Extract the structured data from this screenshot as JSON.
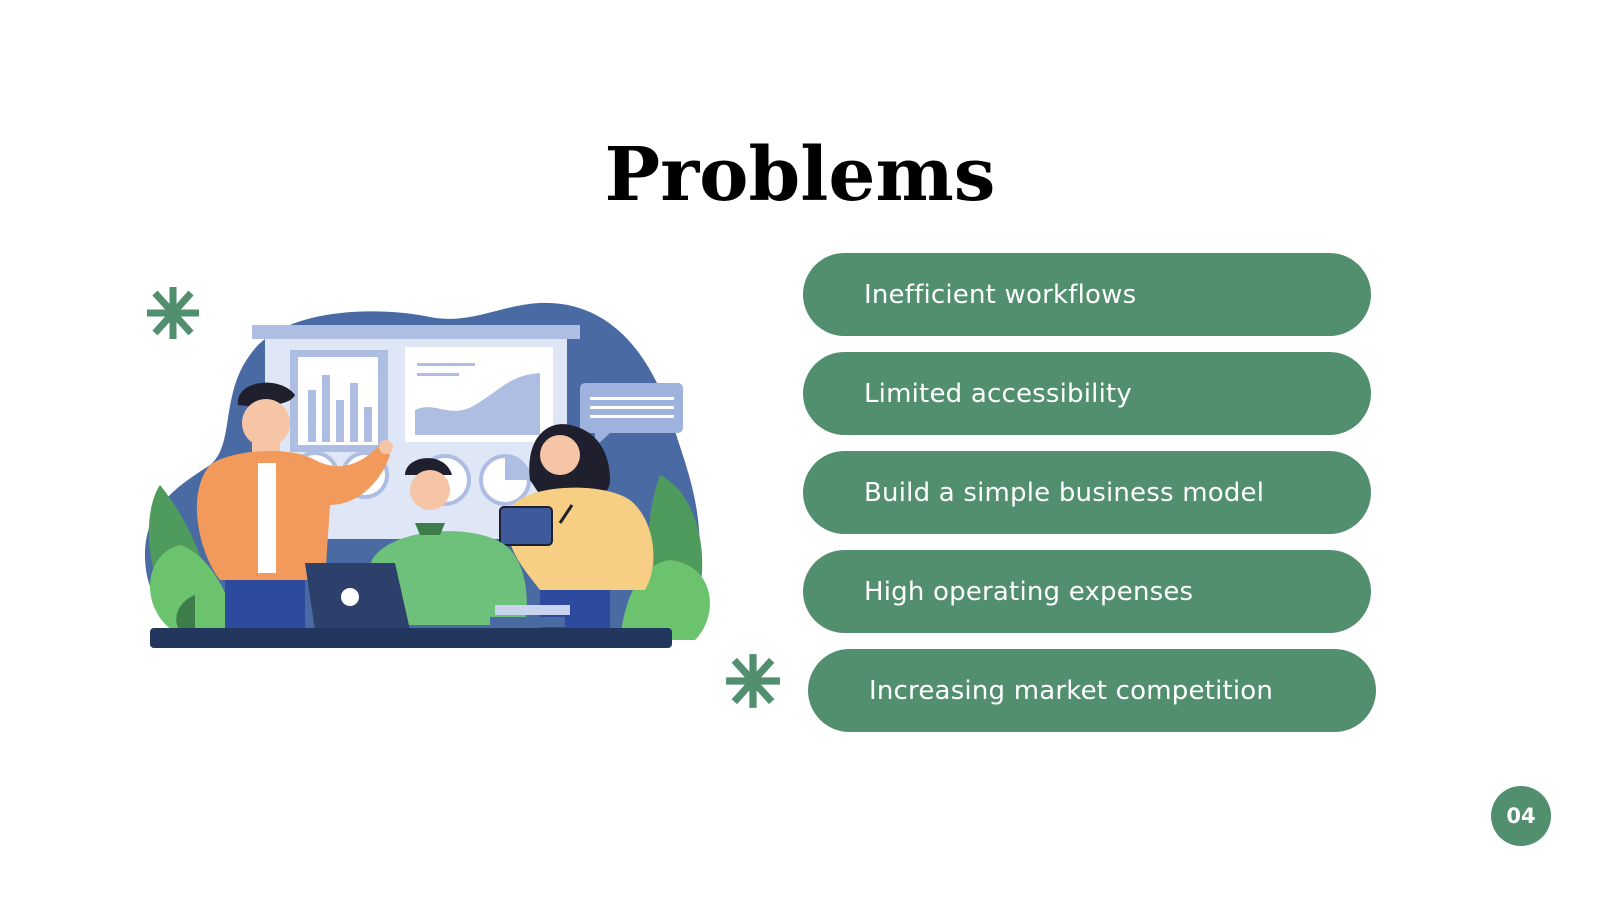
{
  "slide": {
    "title": "Problems",
    "page_number": "04"
  },
  "problems": [
    {
      "label": "Inefficient workflows"
    },
    {
      "label": "Limited accessibility"
    },
    {
      "label": "Build a simple business model"
    },
    {
      "label": "High operating expenses"
    },
    {
      "label": "Increasing market competition"
    }
  ],
  "colors": {
    "accent": "#518f6f",
    "text": "#000000",
    "pill_text": "#ffffff"
  },
  "icons": [
    "asterisk-icon",
    "team-meeting-illustration"
  ]
}
